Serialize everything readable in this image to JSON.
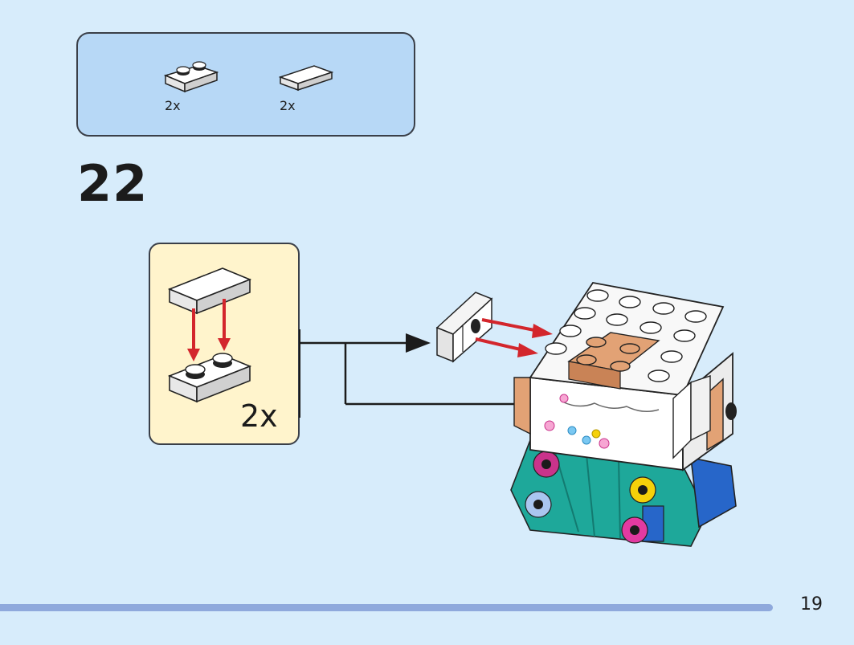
{
  "parts_list": {
    "items": [
      {
        "icon": "plate-1x2-white-icon",
        "quantity": "2x"
      },
      {
        "icon": "tile-1x2-white-icon",
        "quantity": "2x"
      }
    ]
  },
  "step": {
    "number": "22"
  },
  "sub_assembly": {
    "quantity": "2x"
  },
  "page": {
    "number": "19"
  },
  "colors": {
    "background": "#d7ecfb",
    "parts_box": "#b7d8f6",
    "sub_assembly_box": "#fff4cc",
    "arrow_red": "#d3262c",
    "page_bar": "#8fa9dc"
  }
}
